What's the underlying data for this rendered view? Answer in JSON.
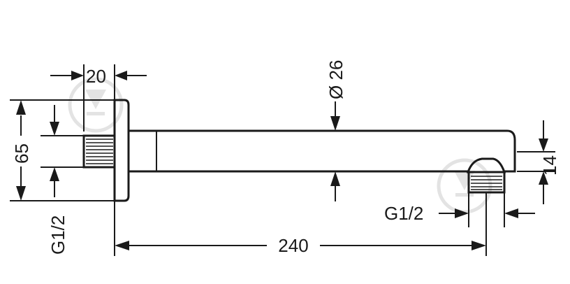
{
  "dimensions": {
    "flange_thickness": "20",
    "pipe_diameter": "Ø 26",
    "outlet_height": "14",
    "flange_height": "65",
    "inlet_thread": "G1/2",
    "outlet_thread": "G1/2",
    "arm_length": "240"
  },
  "watermark": {
    "icon": "hansgrohe-drop-logo",
    "color": "#e3e3e3"
  },
  "colors": {
    "ink": "#1a1a1a",
    "background": "#ffffff"
  }
}
